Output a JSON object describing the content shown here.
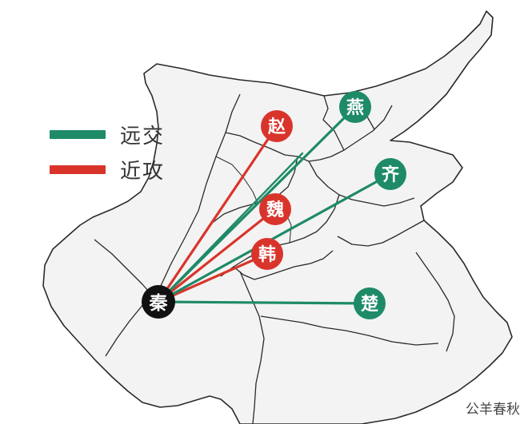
{
  "legend": {
    "far": {
      "label": "远交",
      "color": "#1e8a68"
    },
    "near": {
      "label": "近攻",
      "color": "#d9342b"
    }
  },
  "capital": {
    "label": "秦",
    "color": "#111111"
  },
  "states": {
    "zhao": {
      "label": "赵",
      "relation": "near"
    },
    "wei": {
      "label": "魏",
      "relation": "near"
    },
    "han": {
      "label": "韩",
      "relation": "near"
    },
    "yan": {
      "label": "燕",
      "relation": "far"
    },
    "qi": {
      "label": "齐",
      "relation": "far"
    },
    "chu": {
      "label": "楚",
      "relation": "far"
    }
  },
  "watermark": "公羊春秋"
}
